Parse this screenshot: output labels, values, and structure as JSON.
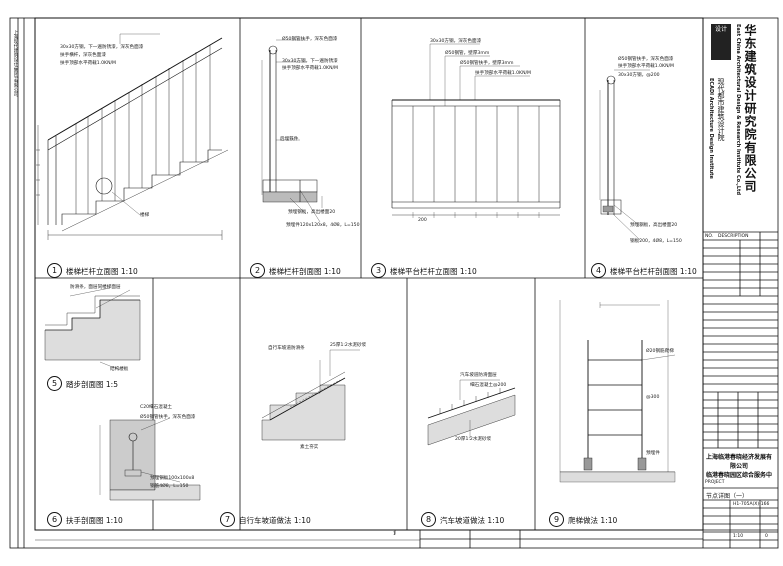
{
  "titleblock": {
    "company_cn": "华东建筑设计研究院有限公司",
    "company_en": "East China Architectural Design & Research Institute Co.,Ltd",
    "institute_cn": "现代都市建筑设计院",
    "institute_en": "ECADI Architecture Design Institute",
    "topnote_cn": "上海现代建筑设计(集团)有限公司",
    "logo_text": "设计",
    "project_cn_1": "上海临港春晓经济发展有",
    "project_cn_2": "限公司",
    "project_cn_3": "临港春晓园区综合服务中",
    "project_label": "PROJECT",
    "drawing_title": "节点详图（一）",
    "drawing_no": "H1-705A(X)-166",
    "scale": "1:10",
    "version": "0",
    "label_description": "DESCRIPTION",
    "label_no": "NO."
  },
  "details": [
    {
      "num": "1",
      "title": "楼梯栏杆立面图",
      "scale": "1:10"
    },
    {
      "num": "2",
      "title": "楼梯栏杆剖面图",
      "scale": "1:10"
    },
    {
      "num": "3",
      "title": "楼梯平台栏杆立面图",
      "scale": "1:10"
    },
    {
      "num": "4",
      "title": "楼梯平台栏杆剖面图",
      "scale": "1:10"
    },
    {
      "num": "5",
      "title": "踏步剖面图",
      "scale": "1:5"
    },
    {
      "num": "6",
      "title": "扶手剖面图",
      "scale": "1:10"
    },
    {
      "num": "7",
      "title": "自行车坡道做法",
      "scale": "1:10"
    },
    {
      "num": "8",
      "title": "汽车坡道做法",
      "scale": "1:10"
    },
    {
      "num": "9",
      "title": "爬梯做法",
      "scale": "1:10"
    }
  ],
  "annotations": {
    "d1_top": "30x30方钢，下一遍防锈漆，深灰色面漆",
    "d1_rail": "扶手横杆，深灰色面漆",
    "d1_load": "扶手顶部水平荷载1.0KN/M",
    "d1_base": "楼梯",
    "d2_pipe": "Ø50钢管扶手，深灰色面漆",
    "d2_bar": "30x30方钢，下一遍防锈漆",
    "d2_load": "扶手顶部水平荷载1.0KN/M",
    "d2_anchor": "后埋铁件",
    "d2_base": "预埋钢板，高出楼面20",
    "d2_plate": "预埋件120x120x8，4Ø8，L=150",
    "d3_top": "30x30方钢，深灰色面漆",
    "d3_pipe": "Ø50钢管，壁厚3mm",
    "d3_pipe2": "Ø50钢管扶手，壁厚3mm",
    "d3_load": "扶手顶部水平荷载1.0KN/M",
    "d3_dim": "200",
    "d4_pipe": "Ø50钢管扶手，深灰色面漆",
    "d4_load": "扶手顶部水平荷载1.0KN/M",
    "d4_bar": "30x30方钢，@200",
    "d4_base": "预埋钢板，高出楼面20",
    "d4_plate": "钢板200，4Ø8，L=150",
    "d5_a": "防滑条，面层同楼梯面层",
    "d5_b": "结构楼板",
    "d6_a": "C20细石混凝土",
    "d6_b": "Ø50钢管扶手，深灰色面漆",
    "d6_c": "预埋钢板100x100x8",
    "d6_d": "钢筋4Ø8，L=150",
    "d7_a": "25厚1:2水泥砂浆",
    "d7_b": "自行车坡道防滑条",
    "d7_c": "素土夯实",
    "d8_a": "汽车坡道防滑面层",
    "d8_b": "20厚1:2水泥砂浆",
    "d8_c": "细石混凝土@200",
    "d9_a": "Ø20钢筋爬梯",
    "d9_b": "@300",
    "d9_c": "预埋件"
  },
  "page": {
    "footer_marker": "1"
  }
}
